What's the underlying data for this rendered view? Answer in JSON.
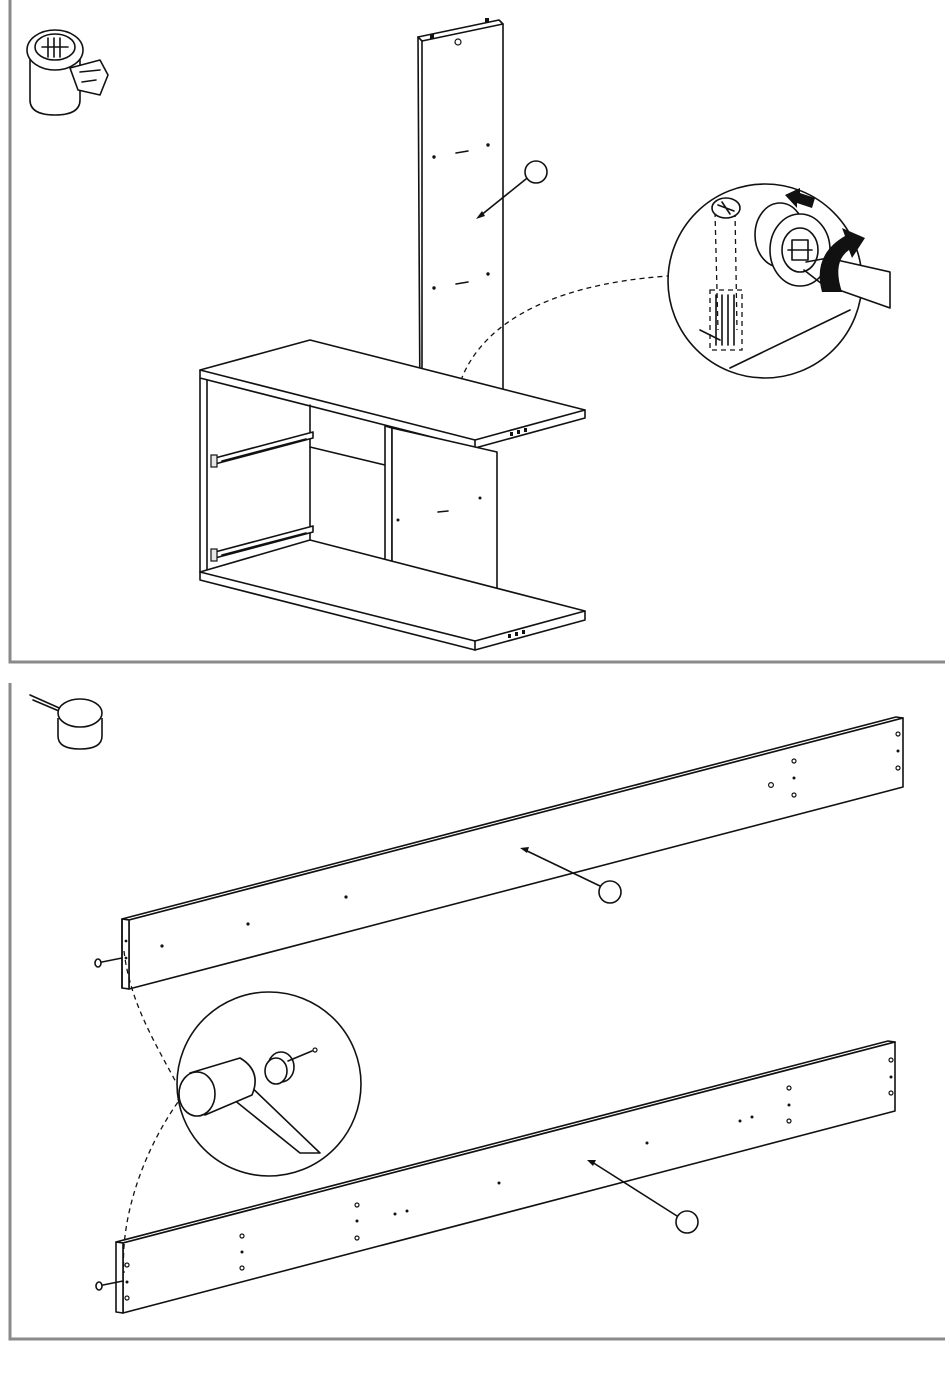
{
  "steps": [
    {
      "id": "cam-lock-step",
      "hardware_icon": "cam-lock-fitting-icon",
      "part_callout": "",
      "detail_callout": "screwdriver-tighten-cam-detail",
      "colors": {
        "line": "#111111",
        "frame": "#8a8a8a"
      }
    },
    {
      "id": "nail-step",
      "hardware_icon": "nail-head-icon",
      "part_callouts": [
        "",
        ""
      ],
      "detail_callout": "hammer-nail-detail",
      "colors": {
        "line": "#111111",
        "frame": "#8a8a8a"
      }
    }
  ]
}
